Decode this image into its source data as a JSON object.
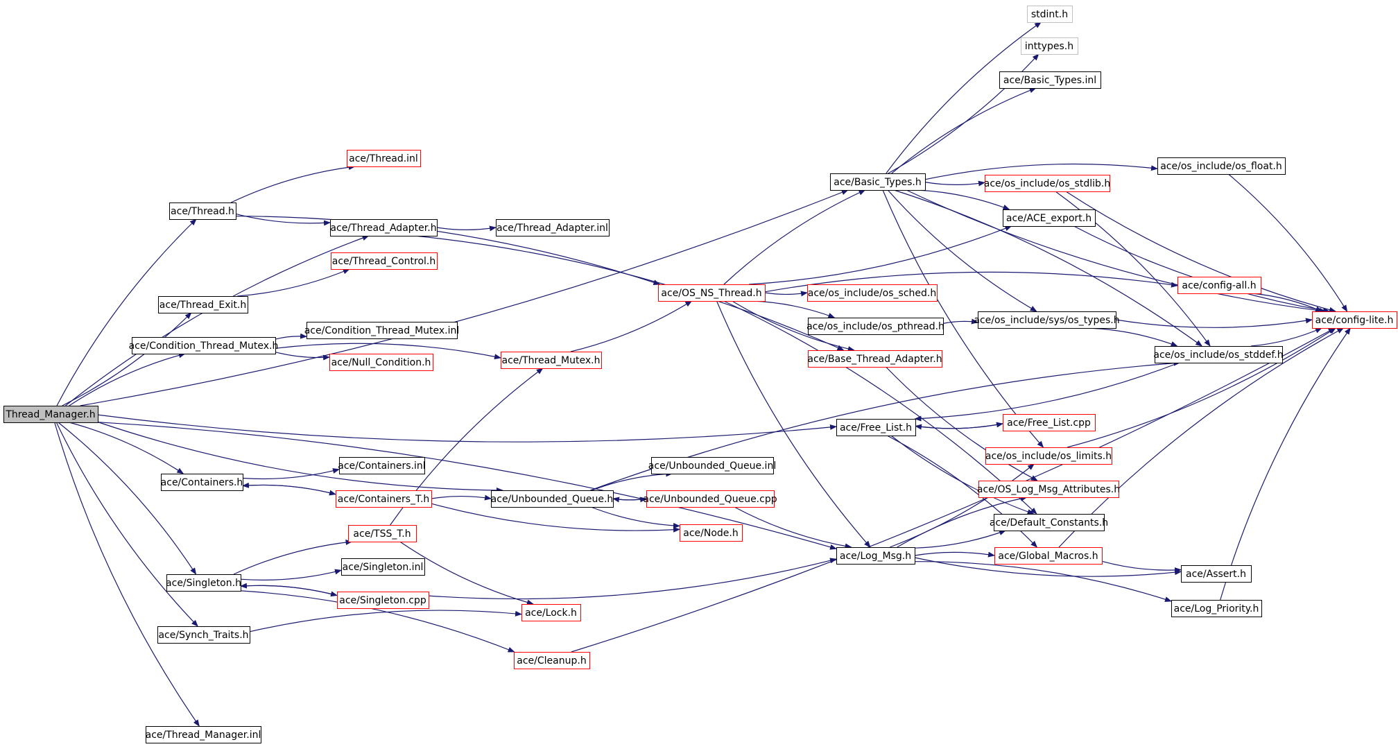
{
  "colors": {
    "edge": "#191970",
    "root_fill": "#bfbfbf",
    "normal_border": "#000000",
    "incomplete_border": "#ff0000",
    "external_border": "#bfbfbf",
    "text": "#000000"
  },
  "nodes": [
    {
      "id": "thread_manager_h",
      "label": "Thread_Manager.h",
      "kind": "root"
    },
    {
      "id": "thread_h",
      "label": "ace/Thread.h",
      "kind": "normal"
    },
    {
      "id": "thread_inl",
      "label": "ace/Thread.inl",
      "kind": "incomplete"
    },
    {
      "id": "thread_adapter_h",
      "label": "ace/Thread_Adapter.h",
      "kind": "normal"
    },
    {
      "id": "thread_adapter_inl",
      "label": "ace/Thread_Adapter.inl",
      "kind": "normal"
    },
    {
      "id": "thread_control_h",
      "label": "ace/Thread_Control.h",
      "kind": "incomplete"
    },
    {
      "id": "thread_exit_h",
      "label": "ace/Thread_Exit.h",
      "kind": "normal"
    },
    {
      "id": "cond_thread_mutex_h",
      "label": "ace/Condition_Thread_Mutex.h",
      "kind": "normal"
    },
    {
      "id": "cond_thread_mutex_inl",
      "label": "ace/Condition_Thread_Mutex.inl",
      "kind": "normal"
    },
    {
      "id": "null_condition_h",
      "label": "ace/Null_Condition.h",
      "kind": "incomplete"
    },
    {
      "id": "thread_mutex_h",
      "label": "ace/Thread_Mutex.h",
      "kind": "incomplete"
    },
    {
      "id": "os_ns_thread_h",
      "label": "ace/OS_NS_Thread.h",
      "kind": "incomplete"
    },
    {
      "id": "os_sched_h",
      "label": "ace/os_include/os_sched.h",
      "kind": "incomplete"
    },
    {
      "id": "os_pthread_h",
      "label": "ace/os_include/os_pthread.h",
      "kind": "normal"
    },
    {
      "id": "base_thread_adapter_h",
      "label": "ace/Base_Thread_Adapter.h",
      "kind": "incomplete"
    },
    {
      "id": "basic_types_h",
      "label": "ace/Basic_Types.h",
      "kind": "normal"
    },
    {
      "id": "stdint_h",
      "label": "stdint.h",
      "kind": "external"
    },
    {
      "id": "inttypes_h",
      "label": "inttypes.h",
      "kind": "external"
    },
    {
      "id": "basic_types_inl",
      "label": "ace/Basic_Types.inl",
      "kind": "normal"
    },
    {
      "id": "os_float_h",
      "label": "ace/os_include/os_float.h",
      "kind": "normal"
    },
    {
      "id": "os_stdlib_h",
      "label": "ace/os_include/os_stdlib.h",
      "kind": "incomplete"
    },
    {
      "id": "ace_export_h",
      "label": "ace/ACE_export.h",
      "kind": "normal"
    },
    {
      "id": "config_all_h",
      "label": "ace/config-all.h",
      "kind": "incomplete"
    },
    {
      "id": "config_lite_h",
      "label": "ace/config-lite.h",
      "kind": "incomplete"
    },
    {
      "id": "os_types_h",
      "label": "ace/os_include/sys/os_types.h",
      "kind": "normal"
    },
    {
      "id": "os_stddef_h",
      "label": "ace/os_include/os_stddef.h",
      "kind": "normal"
    },
    {
      "id": "free_list_h",
      "label": "ace/Free_List.h",
      "kind": "normal"
    },
    {
      "id": "free_list_cpp",
      "label": "ace/Free_List.cpp",
      "kind": "incomplete"
    },
    {
      "id": "os_limits_h",
      "label": "ace/os_include/os_limits.h",
      "kind": "incomplete"
    },
    {
      "id": "os_log_msg_attr_h",
      "label": "ace/OS_Log_Msg_Attributes.h",
      "kind": "incomplete"
    },
    {
      "id": "default_constants_h",
      "label": "ace/Default_Constants.h",
      "kind": "normal"
    },
    {
      "id": "global_macros_h",
      "label": "ace/Global_Macros.h",
      "kind": "incomplete"
    },
    {
      "id": "assert_h",
      "label": "ace/Assert.h",
      "kind": "normal"
    },
    {
      "id": "log_priority_h",
      "label": "ace/Log_Priority.h",
      "kind": "normal"
    },
    {
      "id": "log_msg_h",
      "label": "ace/Log_Msg.h",
      "kind": "normal"
    },
    {
      "id": "containers_h",
      "label": "ace/Containers.h",
      "kind": "normal"
    },
    {
      "id": "containers_inl",
      "label": "ace/Containers.inl",
      "kind": "normal"
    },
    {
      "id": "containers_t_h",
      "label": "ace/Containers_T.h",
      "kind": "incomplete"
    },
    {
      "id": "unbounded_queue_h",
      "label": "ace/Unbounded_Queue.h",
      "kind": "normal"
    },
    {
      "id": "unbounded_queue_inl",
      "label": "ace/Unbounded_Queue.inl",
      "kind": "normal"
    },
    {
      "id": "unbounded_queue_cpp",
      "label": "ace/Unbounded_Queue.cpp",
      "kind": "incomplete"
    },
    {
      "id": "node_h",
      "label": "ace/Node.h",
      "kind": "incomplete"
    },
    {
      "id": "tss_t_h",
      "label": "ace/TSS_T.h",
      "kind": "incomplete"
    },
    {
      "id": "singleton_h",
      "label": "ace/Singleton.h",
      "kind": "normal"
    },
    {
      "id": "singleton_inl",
      "label": "ace/Singleton.inl",
      "kind": "normal"
    },
    {
      "id": "singleton_cpp",
      "label": "ace/Singleton.cpp",
      "kind": "incomplete"
    },
    {
      "id": "lock_h",
      "label": "ace/Lock.h",
      "kind": "incomplete"
    },
    {
      "id": "synch_traits_h",
      "label": "ace/Synch_Traits.h",
      "kind": "normal"
    },
    {
      "id": "cleanup_h",
      "label": "ace/Cleanup.h",
      "kind": "incomplete"
    },
    {
      "id": "thread_manager_inl",
      "label": "ace/Thread_Manager.inl",
      "kind": "normal"
    }
  ],
  "edges": [
    [
      "thread_manager_h",
      "thread_h"
    ],
    [
      "thread_manager_h",
      "basic_types_h"
    ],
    [
      "thread_manager_h",
      "thread_adapter_h"
    ],
    [
      "thread_manager_h",
      "thread_exit_h"
    ],
    [
      "thread_manager_h",
      "cond_thread_mutex_h"
    ],
    [
      "thread_manager_h",
      "free_list_h"
    ],
    [
      "thread_manager_h",
      "containers_h"
    ],
    [
      "thread_manager_h",
      "unbounded_queue_h"
    ],
    [
      "thread_manager_h",
      "singleton_h"
    ],
    [
      "thread_manager_h",
      "synch_traits_h"
    ],
    [
      "thread_manager_h",
      "log_msg_h"
    ],
    [
      "thread_manager_h",
      "thread_manager_inl"
    ],
    [
      "thread_h",
      "thread_inl"
    ],
    [
      "thread_h",
      "thread_adapter_h"
    ],
    [
      "thread_h",
      "os_ns_thread_h"
    ],
    [
      "thread_adapter_h",
      "thread_adapter_inl"
    ],
    [
      "thread_adapter_h",
      "base_thread_adapter_h"
    ],
    [
      "thread_exit_h",
      "thread_control_h"
    ],
    [
      "cond_thread_mutex_h",
      "cond_thread_mutex_inl"
    ],
    [
      "cond_thread_mutex_h",
      "null_condition_h"
    ],
    [
      "cond_thread_mutex_h",
      "thread_mutex_h"
    ],
    [
      "thread_mutex_h",
      "os_ns_thread_h"
    ],
    [
      "os_ns_thread_h",
      "basic_types_h"
    ],
    [
      "os_ns_thread_h",
      "ace_export_h"
    ],
    [
      "os_ns_thread_h",
      "config_all_h"
    ],
    [
      "os_ns_thread_h",
      "os_sched_h"
    ],
    [
      "os_ns_thread_h",
      "os_pthread_h"
    ],
    [
      "os_ns_thread_h",
      "base_thread_adapter_h"
    ],
    [
      "os_ns_thread_h",
      "default_constants_h"
    ],
    [
      "os_ns_thread_h",
      "log_msg_h"
    ],
    [
      "os_pthread_h",
      "os_types_h"
    ],
    [
      "base_thread_adapter_h",
      "os_log_msg_attr_h"
    ],
    [
      "basic_types_h",
      "stdint_h"
    ],
    [
      "basic_types_h",
      "inttypes_h"
    ],
    [
      "basic_types_h",
      "basic_types_inl"
    ],
    [
      "basic_types_h",
      "config_lite_h"
    ],
    [
      "basic_types_h",
      "os_float_h"
    ],
    [
      "basic_types_h",
      "os_stdlib_h"
    ],
    [
      "basic_types_h",
      "ace_export_h"
    ],
    [
      "basic_types_h",
      "os_types_h"
    ],
    [
      "basic_types_h",
      "os_stddef_h"
    ],
    [
      "basic_types_h",
      "os_limits_h"
    ],
    [
      "os_float_h",
      "config_lite_h"
    ],
    [
      "os_stdlib_h",
      "config_lite_h"
    ],
    [
      "os_stdlib_h",
      "os_stddef_h"
    ],
    [
      "ace_export_h",
      "config_lite_h"
    ],
    [
      "config_all_h",
      "config_lite_h"
    ],
    [
      "os_types_h",
      "config_lite_h"
    ],
    [
      "os_types_h",
      "os_stddef_h"
    ],
    [
      "os_stddef_h",
      "config_lite_h"
    ],
    [
      "os_stddef_h",
      "free_list_h"
    ],
    [
      "free_list_h",
      "free_list_cpp"
    ],
    [
      "free_list_cpp",
      "free_list_h"
    ],
    [
      "free_list_h",
      "default_constants_h"
    ],
    [
      "free_list_h",
      "global_macros_h"
    ],
    [
      "os_limits_h",
      "config_lite_h"
    ],
    [
      "global_macros_h",
      "config_lite_h"
    ],
    [
      "global_macros_h",
      "assert_h"
    ],
    [
      "log_priority_h",
      "config_lite_h"
    ],
    [
      "log_msg_h",
      "os_limits_h"
    ],
    [
      "log_msg_h",
      "os_log_msg_attr_h"
    ],
    [
      "log_msg_h",
      "default_constants_h"
    ],
    [
      "log_msg_h",
      "global_macros_h"
    ],
    [
      "log_msg_h",
      "assert_h"
    ],
    [
      "log_msg_h",
      "log_priority_h"
    ],
    [
      "containers_h",
      "containers_inl"
    ],
    [
      "containers_h",
      "containers_t_h"
    ],
    [
      "containers_t_h",
      "containers_h"
    ],
    [
      "containers_t_h",
      "unbounded_queue_h"
    ],
    [
      "containers_t_h",
      "node_h"
    ],
    [
      "unbounded_queue_h",
      "unbounded_queue_inl"
    ],
    [
      "unbounded_queue_h",
      "unbounded_queue_cpp"
    ],
    [
      "unbounded_queue_cpp",
      "unbounded_queue_h"
    ],
    [
      "unbounded_queue_h",
      "node_h"
    ],
    [
      "unbounded_queue_h",
      "os_stddef_h"
    ],
    [
      "unbounded_queue_cpp",
      "log_msg_h"
    ],
    [
      "singleton_h",
      "tss_t_h"
    ],
    [
      "singleton_h",
      "singleton_inl"
    ],
    [
      "singleton_h",
      "singleton_cpp"
    ],
    [
      "singleton_cpp",
      "singleton_h"
    ],
    [
      "singleton_h",
      "cleanup_h"
    ],
    [
      "singleton_cpp",
      "log_msg_h"
    ],
    [
      "tss_t_h",
      "thread_mutex_h"
    ],
    [
      "tss_t_h",
      "lock_h"
    ],
    [
      "synch_traits_h",
      "lock_h"
    ],
    [
      "cleanup_h",
      "config_lite_h"
    ]
  ]
}
